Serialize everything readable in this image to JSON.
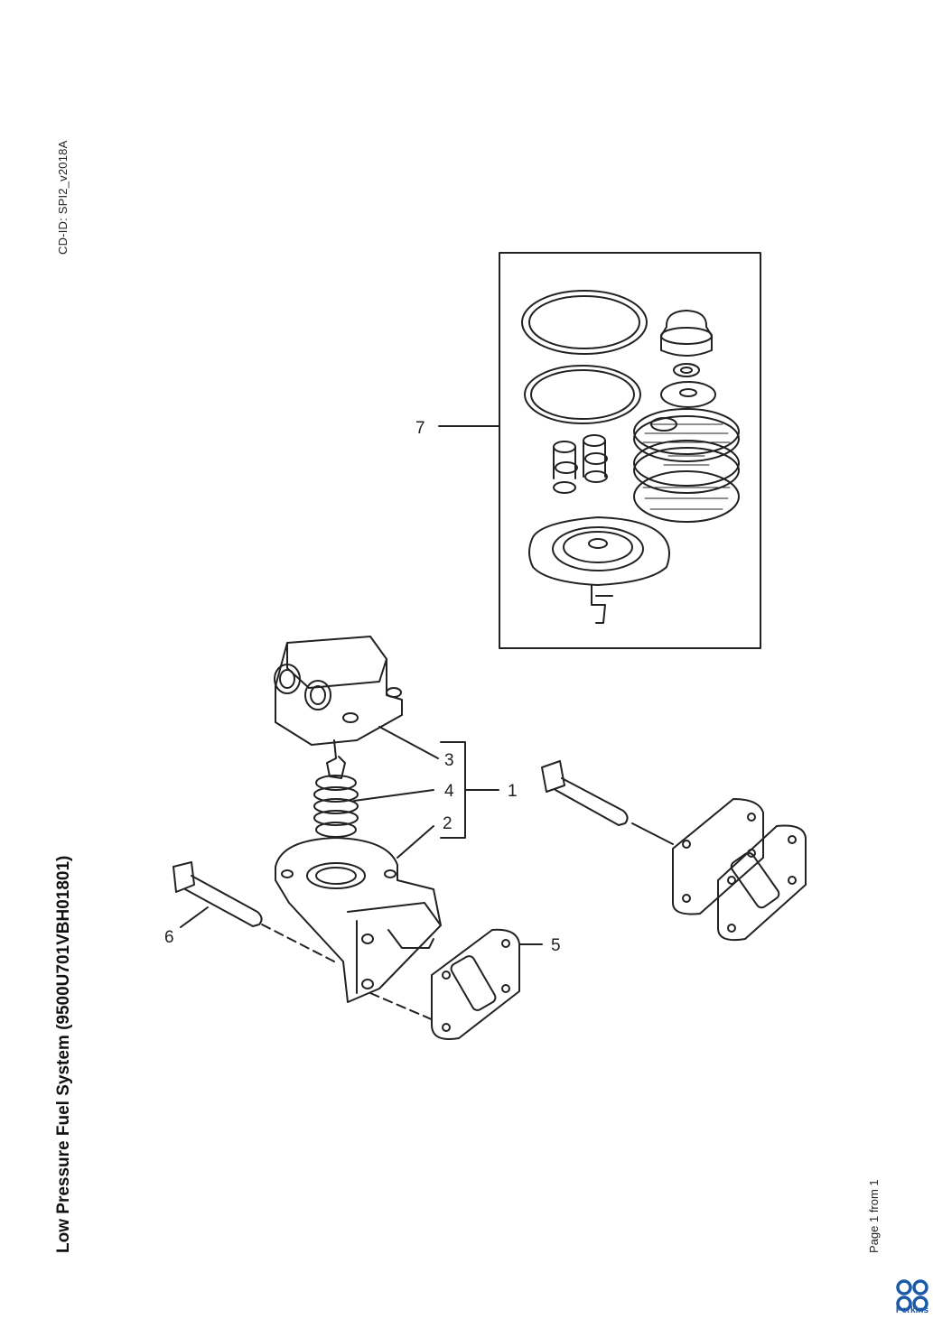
{
  "document": {
    "cd_id": "CD-ID: SPI2_v2018A",
    "title": "Low Pressure Fuel System (9500U701VBH01801)",
    "page_indicator": "Page 1 from 1",
    "brand": "Perkins"
  },
  "diagram": {
    "callouts": [
      "1",
      "2",
      "3",
      "4",
      "5",
      "6",
      "7"
    ]
  },
  "colors": {
    "line": "#222222",
    "brand_blue": "#1b5aa8"
  }
}
